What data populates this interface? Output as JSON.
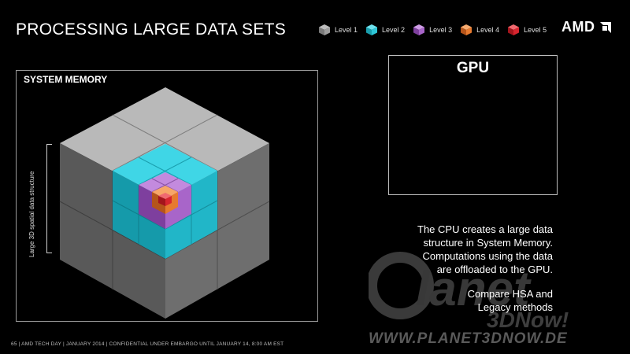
{
  "header": {
    "title": "PROCESSING LARGE DATA SETS",
    "logo": "AMD"
  },
  "legend": [
    {
      "label": "Level 1",
      "color": "#8c8c8c"
    },
    {
      "label": "Level 2",
      "color": "#2ec7d8"
    },
    {
      "label": "Level 3",
      "color": "#a865c9"
    },
    {
      "label": "Level 4",
      "color": "#e77a2f"
    },
    {
      "label": "Level 5",
      "color": "#d7252f"
    }
  ],
  "memory": {
    "title": "SYSTEM MEMORY",
    "side_label": "Large 3D spatial data structure"
  },
  "gpu": {
    "title": "GPU"
  },
  "description": {
    "lines": [
      "The CPU creates a large data",
      "structure in System Memory.",
      "Computations using the data",
      "are offloaded to the GPU."
    ],
    "compare_lines": [
      "Compare HSA and",
      "Legacy methods"
    ]
  },
  "footer": "65  |  AMD TECH DAY  |  JANUARY 2014  |  CONFIDENTIAL UNDER EMBARGO UNTIL JANUARY 14, 8:00 AM EST",
  "watermark": {
    "brand": "Planet 3DNow!",
    "url": "WWW.PLANET3DNOW.DE"
  }
}
